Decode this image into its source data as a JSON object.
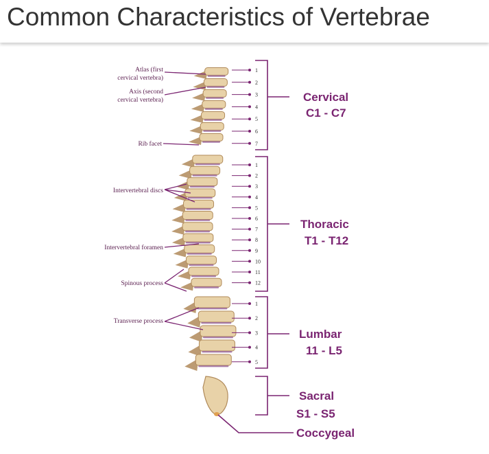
{
  "title": "Common Characteristics of Vertebrae",
  "colors": {
    "accent": "#7a2471",
    "leader": "#7a2471",
    "bone": "#e8d2a8",
    "bone_shadow": "#b08a5a",
    "disc": "#8a4f8a"
  },
  "left_labels": {
    "atlas_1": "Atlas (first",
    "atlas_2": "cervical vertebra)",
    "axis_1": "Axis (second",
    "axis_2": "cervical vertebra)",
    "rib_facet": "Rib facet",
    "discs": "Intervertebral discs",
    "foramen": "Intervertebral foramen",
    "spinous": "Spinous process",
    "transverse": "Transverse process"
  },
  "numbers": {
    "cervical": [
      "1",
      "2",
      "3",
      "4",
      "5",
      "6",
      "7"
    ],
    "thoracic": [
      "1",
      "2",
      "3",
      "4",
      "5",
      "6",
      "7",
      "8",
      "9",
      "10",
      "11",
      "12"
    ],
    "lumbar": [
      "1",
      "2",
      "3",
      "4",
      "5"
    ]
  },
  "regions": {
    "cervical": {
      "name": "Cervical",
      "range": "C1 - C7"
    },
    "thoracic": {
      "name": "Thoracic",
      "range": "T1 - T12"
    },
    "lumbar": {
      "name": "Lumbar",
      "range": "11 - L5"
    },
    "sacral": {
      "name": "Sacral",
      "range": "S1 - S5"
    },
    "coccygeal": {
      "name": "Coccygeal"
    }
  }
}
